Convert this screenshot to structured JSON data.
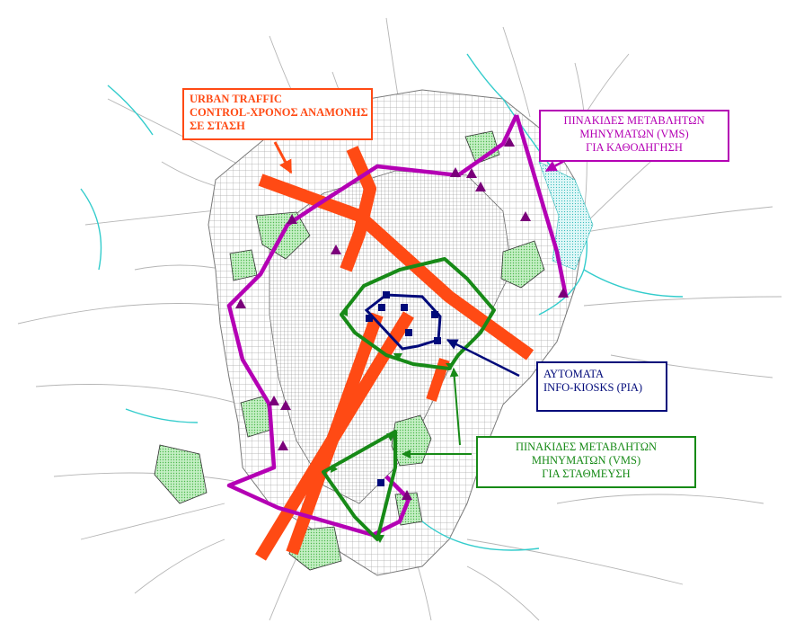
{
  "colors": {
    "urban_traffic": "#ff4a14",
    "vms_guidance": "#b400b4",
    "info_kiosks": "#000a7a",
    "vms_parking": "#178a17",
    "green_areas": "#8fdc8f",
    "water": "#33cccc",
    "street_grid": "#9a9a9a"
  },
  "icons": {
    "vms_sign": "triangle",
    "info_kiosk": "square"
  },
  "labels": {
    "urban_traffic": {
      "line1": "URBAN TRAFFIC",
      "line2": "CONTROL-ΧΡΟΝΟΣ ΑΝΑΜΟΝΗΣ",
      "line3": "ΣΕ ΣΤΑΣΗ"
    },
    "vms_guidance": {
      "line1": "ΠΙΝΑΚΙΔΕΣ ΜΕΤΑΒΛΗΤΩΝ",
      "line2": "ΜΗΝΥΜΑΤΩΝ (VMS)",
      "line3": "ΓΙΑ ΚΑΘΟΔΗΓΗΣΗ"
    },
    "info_kiosks": {
      "line1": "ΑΥΤΟΜΑΤΑ",
      "line2": "INFO-KIOSKS (PIA)"
    },
    "vms_parking": {
      "line1": "ΠΙΝΑΚΙΔΕΣ ΜΕΤΑΒΛΗΤΩΝ",
      "line2": "ΜΗΝΥΜΑΤΩΝ (VMS)",
      "line3": "ΓΙΑ ΣΤΑΘΜΕΥΣΗ"
    }
  }
}
